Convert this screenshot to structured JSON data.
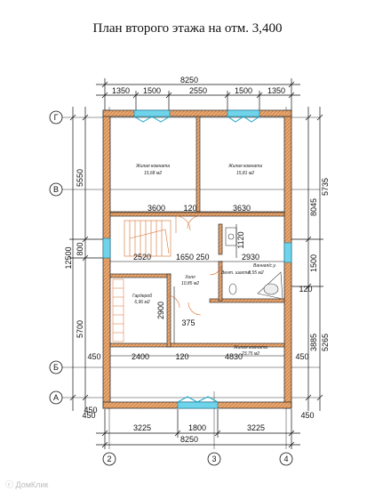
{
  "title": "План второго этажа на отм. 3,400",
  "watermark": "ⓒ ДомКлик",
  "rooms": {
    "bedroom_left": {
      "name": "Жилая комната",
      "area": "15,68 м2"
    },
    "bedroom_right": {
      "name": "Жилая комната",
      "area": "15,81 м2"
    },
    "bedroom_bottom": {
      "name": "Жилая комната",
      "area": "23,75 м2"
    },
    "hall": {
      "name": "Холл",
      "area": "10,85 м2"
    },
    "wardrobe": {
      "name": "Гардероб",
      "area": "6,96 м2"
    },
    "bathroom": {
      "name": "Ванная/с.у.",
      "area": "8,55 м2",
      "note": "Вент. шахта"
    }
  },
  "dimensions": {
    "top_total": "8250",
    "top_chain": [
      "1350",
      "1500",
      "2550",
      "1500",
      "1350"
    ],
    "bottom_chain": [
      "3225",
      "1800",
      "3225"
    ],
    "bottom_total": "8250",
    "bottom_side_left": "450",
    "bottom_side_right": "450",
    "left_outer": "12500",
    "left_chain": [
      "5550",
      "800",
      "5700"
    ],
    "left_lower": "450",
    "right_chain": [
      "5735",
      "8045",
      "1500",
      "3885",
      "5265"
    ],
    "upper_rooms": [
      "3600",
      "120",
      "3630"
    ],
    "mid_row": [
      "2520",
      "1650",
      "250",
      "2930"
    ],
    "lower_row": [
      "2400",
      "120",
      "4830"
    ],
    "side_450_left": "450",
    "side_450_right": "450",
    "wardrobe_height": "2900",
    "small_375": "375",
    "bath_1120": "1120",
    "bath_120": "120"
  },
  "axes": {
    "rows": [
      "Г",
      "В",
      "Б",
      "А"
    ],
    "columns": [
      "2",
      "3",
      "4"
    ]
  }
}
